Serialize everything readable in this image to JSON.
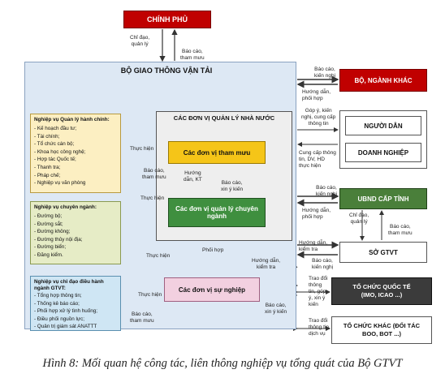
{
  "government": "CHÍNH PHỦ",
  "ministry": "BỘ GIAO THÔNG VẬN TẢI",
  "units_group": "CÁC ĐƠN VỊ QUẢN LÝ NHÀ NƯỚC",
  "units": {
    "advisory": "Các đơn vị tham mưu",
    "specialized": "Các đơn vị quản lý chuyên ngành",
    "service": "Các đơn vị sự nghiệp"
  },
  "panels": {
    "admin": {
      "title": "Nghiệp vụ Quản lý hành chính:",
      "items": [
        "- Kế hoạch đầu tư;",
        "- Tài chính;",
        "- Tổ chức cán bộ;",
        "- Khoa học công nghệ;",
        "- Hợp tác Quốc tế;",
        "- Thanh tra;",
        "- Pháp chế;",
        "- Nghiệp vụ văn phòng"
      ]
    },
    "specialized": {
      "title": "Nghiệp vụ chuyên ngành:",
      "items": [
        "- Đường bộ;",
        "- Đường sắt;",
        "- Đường không;",
        "- Đường thủy nội địa;",
        "- Đường biển;",
        "- Đăng kiểm."
      ]
    },
    "operation": {
      "title": "Nghiệp vụ chỉ đạo điều hành ngành GTVT:",
      "items": [
        "- Tổng hợp thông tin;",
        "- Thống kê báo cáo;",
        "- Phối hợp xử lý tình huống;",
        "- Điều phối nguồn lực;",
        "- Quản trị giám sát ANATTT"
      ]
    }
  },
  "external": {
    "other_ministries": "BỘ, NGÀNH KHÁC",
    "citizens": "NGƯỜI DÂN",
    "enterprises": "DOANH NGHIỆP",
    "province": "UBND CẤP TỈNH",
    "dot": "SỞ GTVT",
    "intl_org": "TỔ CHỨC QUỐC TẾ\n(IMO, ICAO ...)",
    "other_org": "TỔ CHỨC KHÁC (ĐỐI TÁC\nBOO, BOT ...)"
  },
  "labels": {
    "gov_down": "Chỉ đạo,\nquản lý",
    "gov_up": "Báo cáo,\ntham mưu",
    "perform": "Thực hiện",
    "report_advise": "Báo cáo,\ntham mưu",
    "guide_kt": "Hướng\ndẫn, KT",
    "report_review": "Báo cáo,\nxin ý kiến",
    "coordinate": "Phối hợp",
    "guide_check": "Hướng dẫn,\nkiểm tra",
    "report_review2": "Báo cáo,\nxin ý kiến",
    "ministries_report": "Báo cáo,\nkiến nghị",
    "ministries_guide": "Hướng dẫn,\nphối hợp",
    "citizens_in": "Góp ý, kiến\nnghị, cung cấp\nthông tin",
    "citizens_out": "Cung cấp thông\ntin, DV, HD\nthực hiện",
    "province_report": "Báo cáo,\nkiến nghị",
    "province_guide": "Hướng dẫn,\nphối hợp",
    "province_direct": "Chỉ đạo,\nquản lý",
    "dot_report": "Báo cáo,\ntham mưu",
    "dot_guide": "Hướng dẫn,\nkiểm tra",
    "dot_up": "Báo cáo,\nkiến nghị",
    "intl": "Trao đổi\nthông\ntin, góp\ný, xin ý\nkiến",
    "other": "Trao đổi\nthông tin,\ndịch vụ"
  },
  "caption": "Hình  8: Mối quan hệ công tác, liên thông nghiệp vụ tổng quát của Bộ GTVT",
  "colors": {
    "government": "#c00000",
    "ministry_bg": "#dde8f4",
    "advisory": "#f5c518",
    "specialized": "#3f8f3f",
    "service": "#f2d0e0",
    "province": "#4a7f3a",
    "dark_box": "#3b3b3b",
    "panel_admin": "#fcefc2",
    "panel_specialized": "#e6ecc6",
    "panel_operation": "#cfe6f4",
    "arrow": "#333333",
    "arrow_red": "#c00000"
  }
}
